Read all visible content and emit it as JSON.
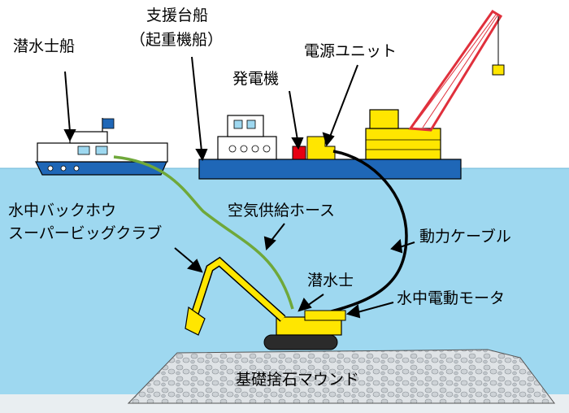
{
  "labels": {
    "diver_boat": "潜水士船",
    "support_barge_line1": "支援台船",
    "support_barge_line2": "（起重機船）",
    "generator": "発電機",
    "power_unit": "電源ユニット",
    "underwater_backhoe_line1": "水中バックホウ",
    "underwater_backhoe_line2": "スーパービッグクラブ",
    "air_supply_hose": "空気供給ホース",
    "power_cable": "動力ケーブル",
    "diver": "潜水士",
    "underwater_motor": "水中電動モータ",
    "rubble_mound": "基礎捨石マウンド"
  },
  "colors": {
    "sky": "#ffffff",
    "sea": "#9ed8f0",
    "seabed": "#e9eef1",
    "hull_blue": "#1f67b7",
    "machine_yellow": "#ffe600",
    "generator_red": "#e60012",
    "crane_red": "#e0303c",
    "hose_green": "#6fa83a",
    "cable_black": "#000000"
  }
}
